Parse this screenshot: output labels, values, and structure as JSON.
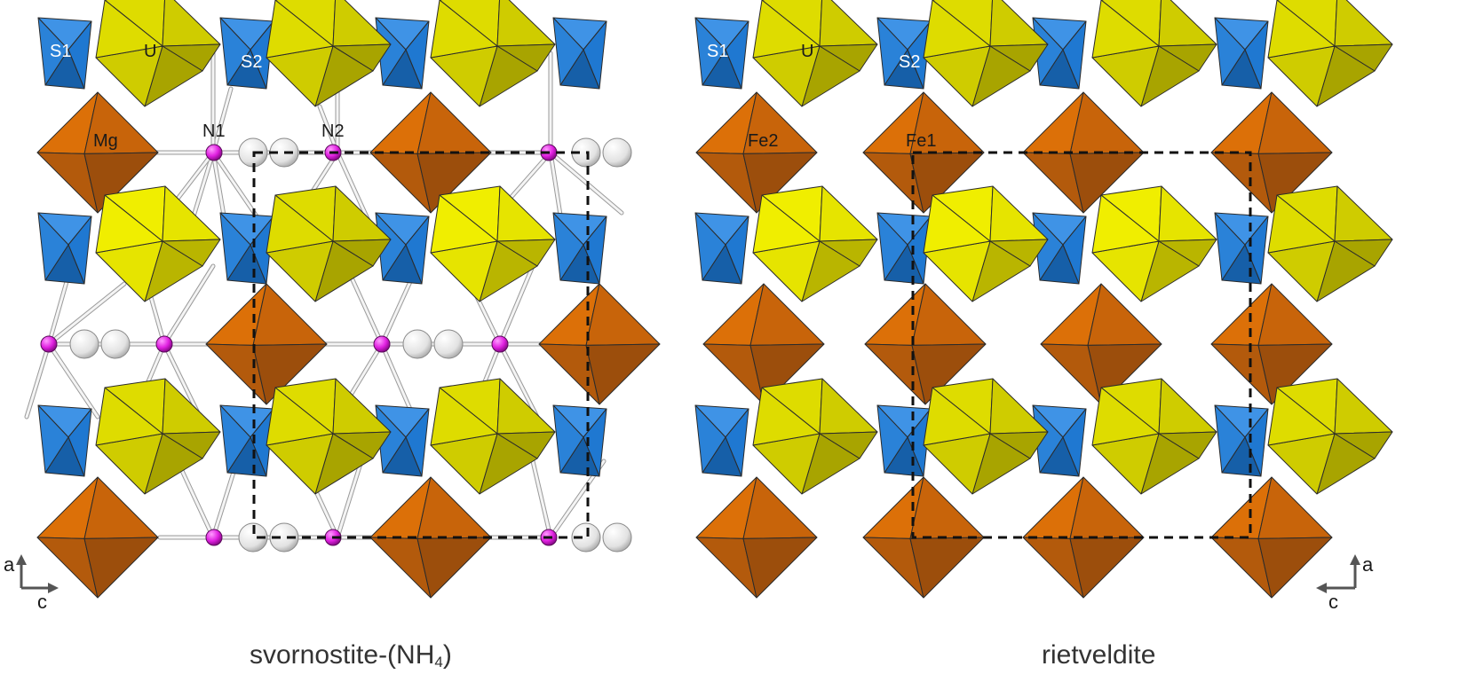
{
  "colors": {
    "sulfate_tetrahedron": "#1f78d1",
    "uranyl_bipyramid": "#d8d400",
    "octahedron": "#d66a0a",
    "nitrogen_atom": "#e020e0",
    "hydrogen_atom": "#e6e6e6",
    "bond": "#d9d9d9",
    "unit_cell": "#111111"
  },
  "left_panel": {
    "caption_main": "svornostite-(NH",
    "caption_sub": "4",
    "caption_end": ")",
    "labels": {
      "s1": "S1",
      "u": "U",
      "s2": "S2",
      "mg": "Mg",
      "n1": "N1",
      "n2": "N2"
    },
    "axes": {
      "vertical": "a",
      "horizontal": "c"
    }
  },
  "right_panel": {
    "caption": "rietveldite",
    "labels": {
      "s1": "S1",
      "u": "U",
      "s2": "S2",
      "fe2": "Fe2",
      "fe1": "Fe1"
    },
    "axes": {
      "vertical": "a",
      "horizontal": "c"
    }
  }
}
